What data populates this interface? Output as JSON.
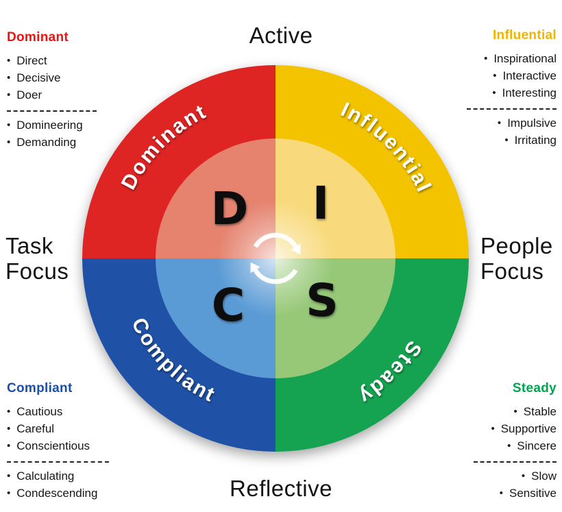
{
  "axes": {
    "top": "Active",
    "bottom": "Reflective",
    "left_line1": "Task",
    "left_line2": "Focus",
    "right_line1": "People",
    "right_line2": "Focus"
  },
  "wheel": {
    "center_icon": "rotate-cycle-icon",
    "quadrants": {
      "d": {
        "letter": "D",
        "arc_label": "Dominant",
        "color": "#DF2424",
        "inner_color": "#E5836F"
      },
      "i": {
        "letter": "I",
        "arc_label": "Influential",
        "color": "#F3C300",
        "inner_color": "#F8DA7D"
      },
      "s": {
        "letter": "S",
        "arc_label": "Steady",
        "color": "#16A351",
        "inner_color": "#96C877"
      },
      "c": {
        "letter": "C",
        "arc_label": "Compliant",
        "color": "#1F52A6",
        "inner_color": "#5B9BD5"
      }
    }
  },
  "panels": {
    "dominant": {
      "title": "Dominant",
      "color": "#EC1313",
      "positives": [
        "Direct",
        "Decisive",
        "Doer"
      ],
      "negatives": [
        "Domineering",
        "Demanding"
      ]
    },
    "influential": {
      "title": "Influential",
      "color": "#F0B400",
      "positives": [
        "Inspirational",
        "Interactive",
        "Interesting"
      ],
      "negatives": [
        "Impulsive",
        "Irritating"
      ]
    },
    "compliant": {
      "title": "Compliant",
      "color": "#1B50A8",
      "positives": [
        "Cautious",
        "Careful",
        "Conscientious"
      ],
      "negatives": [
        "Calculating",
        "Condescending"
      ]
    },
    "steady": {
      "title": "Steady",
      "color": "#00A550",
      "positives": [
        "Stable",
        "Supportive",
        "Sincere"
      ],
      "negatives": [
        "Slow",
        "Sensitive"
      ]
    }
  }
}
